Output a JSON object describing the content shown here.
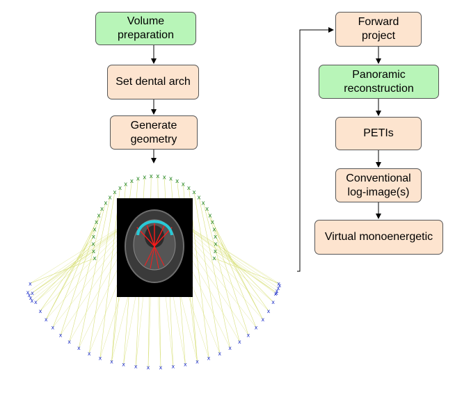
{
  "colors": {
    "green": "#b8f5b8",
    "peach": "#fde4cf",
    "arrow": "#000000",
    "source_markers": "#2e8b2e",
    "detector_markers": "#2233cc",
    "rays": "#d8e07a",
    "ct_background": "#000000",
    "arch_line": "#29c9d6",
    "focal_rays": "#ff1a1a"
  },
  "left_flow": {
    "volume_preparation": "Volume\npreparation",
    "set_dental_arch": "Set dental arch",
    "generate_geometry": "Generate\ngeometry"
  },
  "right_flow": {
    "forward_project": "Forward\nproject",
    "panoramic_reconstruction": "Panoramic\nreconstruction",
    "petis": "PETIs",
    "conventional_log_images": "Conventional\nlog-image(s)",
    "virtual_monoenergetic": "Virtual monoenergetic"
  },
  "geometry_figure": {
    "source_marker_glyph": "x",
    "detector_marker_glyph": "x"
  }
}
